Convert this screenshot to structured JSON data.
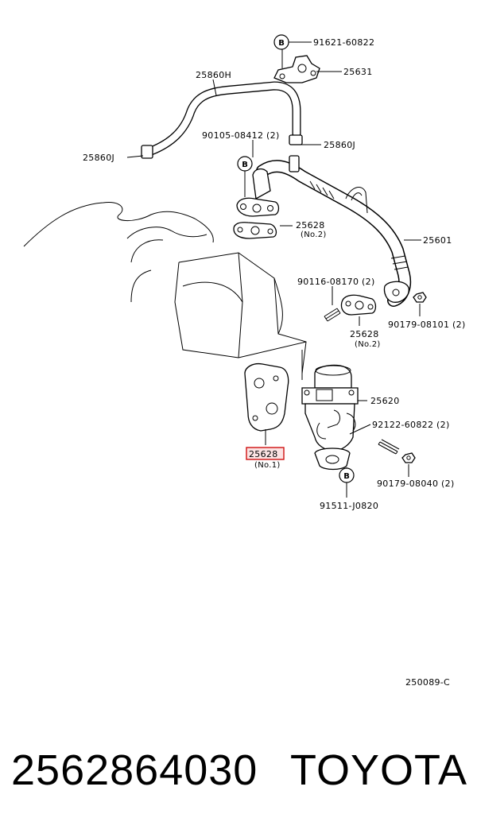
{
  "diagram": {
    "bubble_letter": "B",
    "labels": {
      "p91621": "91621-60822",
      "p25631": "25631",
      "p25860H": "25860H",
      "p90105": "90105-08412 (2)",
      "p25860J_right": "25860J",
      "p25860J_left": "25860J",
      "p25628_upper": "25628",
      "p25628_upper_sub": "(No.2)",
      "p25601": "25601",
      "p90116": "90116-08170 (2)",
      "p90179_a": "90179-08101 (2)",
      "p25628_mid": "25628",
      "p25628_mid_sub": "(No.2)",
      "p25620": "25620",
      "p92122": "92122-60822 (2)",
      "p25628_highlight": "25628",
      "p25628_highlight_sub": "(No.1)",
      "p90179_b": "90179-08040 (2)",
      "p91511": "91511-J0820",
      "figure_code": "250089-C"
    },
    "highlight_color": "#d01010"
  },
  "footer": {
    "part_number": "2562864030",
    "brand": "TOYOTA"
  }
}
